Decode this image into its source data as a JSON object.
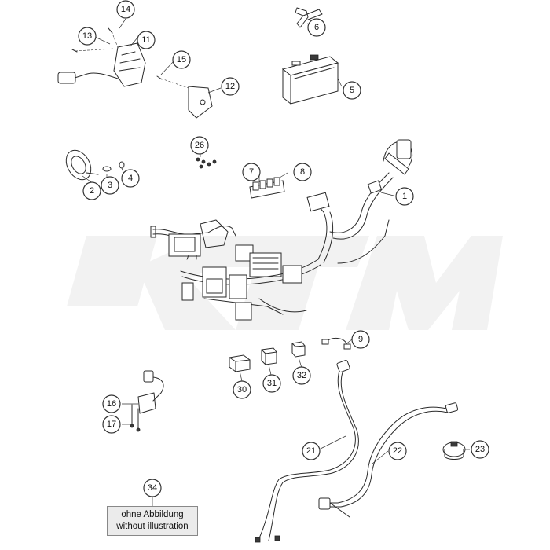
{
  "diagram": {
    "watermark": "KTM",
    "colors": {
      "line": "#2a2a2a",
      "watermark": "#f2f2f2",
      "note_box_bg": "#ebebeb"
    },
    "callouts": [
      {
        "id": "c1",
        "label": "1"
      },
      {
        "id": "c2",
        "label": "2"
      },
      {
        "id": "c3",
        "label": "3"
      },
      {
        "id": "c4",
        "label": "4"
      },
      {
        "id": "c5",
        "label": "5"
      },
      {
        "id": "c6",
        "label": "6"
      },
      {
        "id": "c7",
        "label": "7"
      },
      {
        "id": "c8",
        "label": "8"
      },
      {
        "id": "c9",
        "label": "9"
      },
      {
        "id": "c11",
        "label": "11"
      },
      {
        "id": "c12",
        "label": "12"
      },
      {
        "id": "c13",
        "label": "13"
      },
      {
        "id": "c14",
        "label": "14"
      },
      {
        "id": "c15",
        "label": "15"
      },
      {
        "id": "c16",
        "label": "16"
      },
      {
        "id": "c17",
        "label": "17"
      },
      {
        "id": "c21",
        "label": "21"
      },
      {
        "id": "c22",
        "label": "22"
      },
      {
        "id": "c23",
        "label": "23"
      },
      {
        "id": "c26",
        "label": "26"
      },
      {
        "id": "c30",
        "label": "30"
      },
      {
        "id": "c31",
        "label": "31"
      },
      {
        "id": "c32",
        "label": "32"
      },
      {
        "id": "c34",
        "label": "34"
      }
    ],
    "note": {
      "line1": "ohne Abbildung",
      "line2": "without illustration"
    }
  }
}
